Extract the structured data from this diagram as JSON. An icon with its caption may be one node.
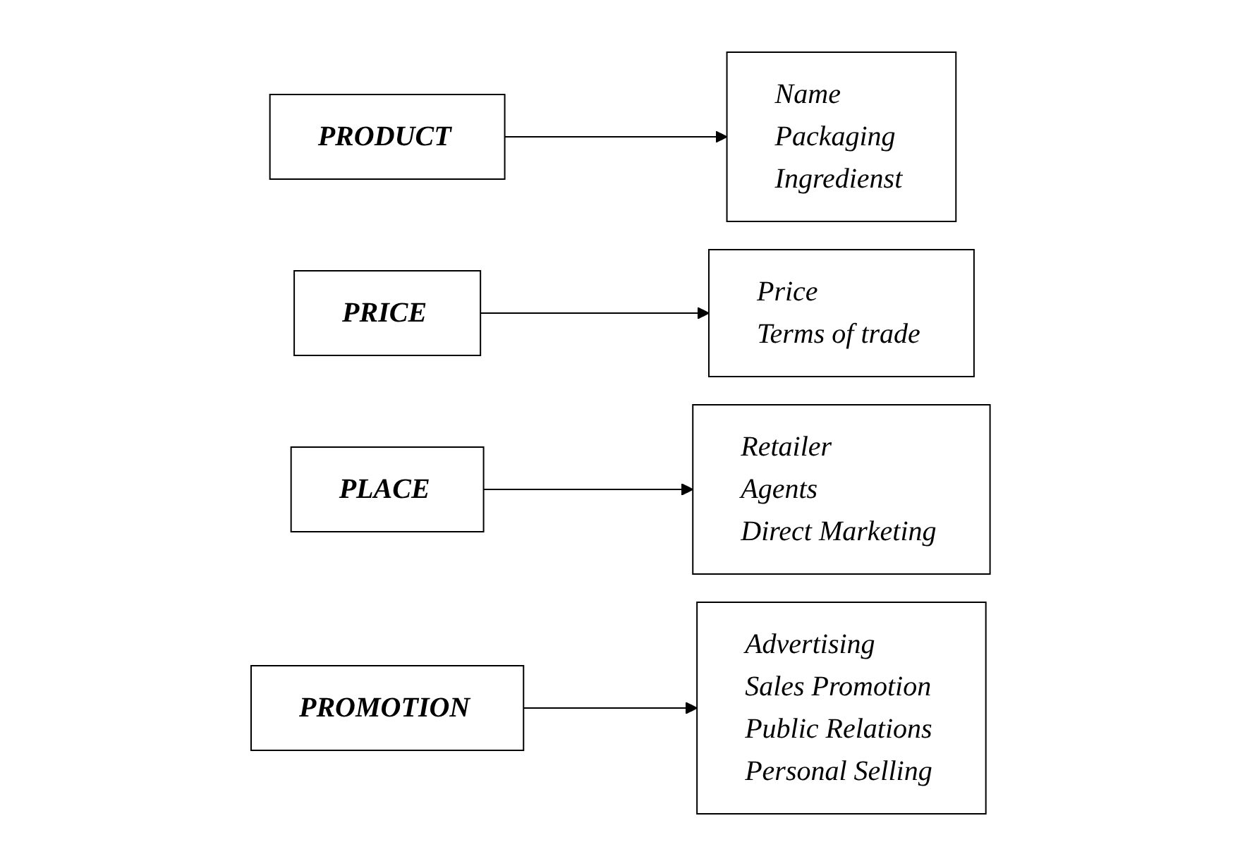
{
  "diagram": {
    "nodes": [
      {
        "text": [
          "PRODUCT"
        ]
      },
      {
        "text": [
          "Name",
          "Packaging",
          "Ingredienst"
        ]
      },
      {
        "text": [
          "PRICE"
        ]
      },
      {
        "text": [
          "Price",
          "Terms of trade"
        ]
      },
      {
        "text": [
          "PLACE"
        ]
      },
      {
        "text": [
          "Retailer",
          "Agents",
          "Direct Marketing"
        ]
      },
      {
        "text": [
          "PROMOTION"
        ]
      },
      {
        "text": [
          "Advertising",
          "Sales Promotion",
          "Public Relations",
          "Personal Selling"
        ]
      }
    ],
    "edges": [
      {
        "from": 0,
        "to": 1,
        "arrow": "to"
      },
      {
        "from": 2,
        "to": 3,
        "arrow": "to"
      },
      {
        "from": 4,
        "to": 5,
        "arrow": "to"
      },
      {
        "from": 6,
        "to": 7,
        "arrow": "to"
      }
    ]
  }
}
